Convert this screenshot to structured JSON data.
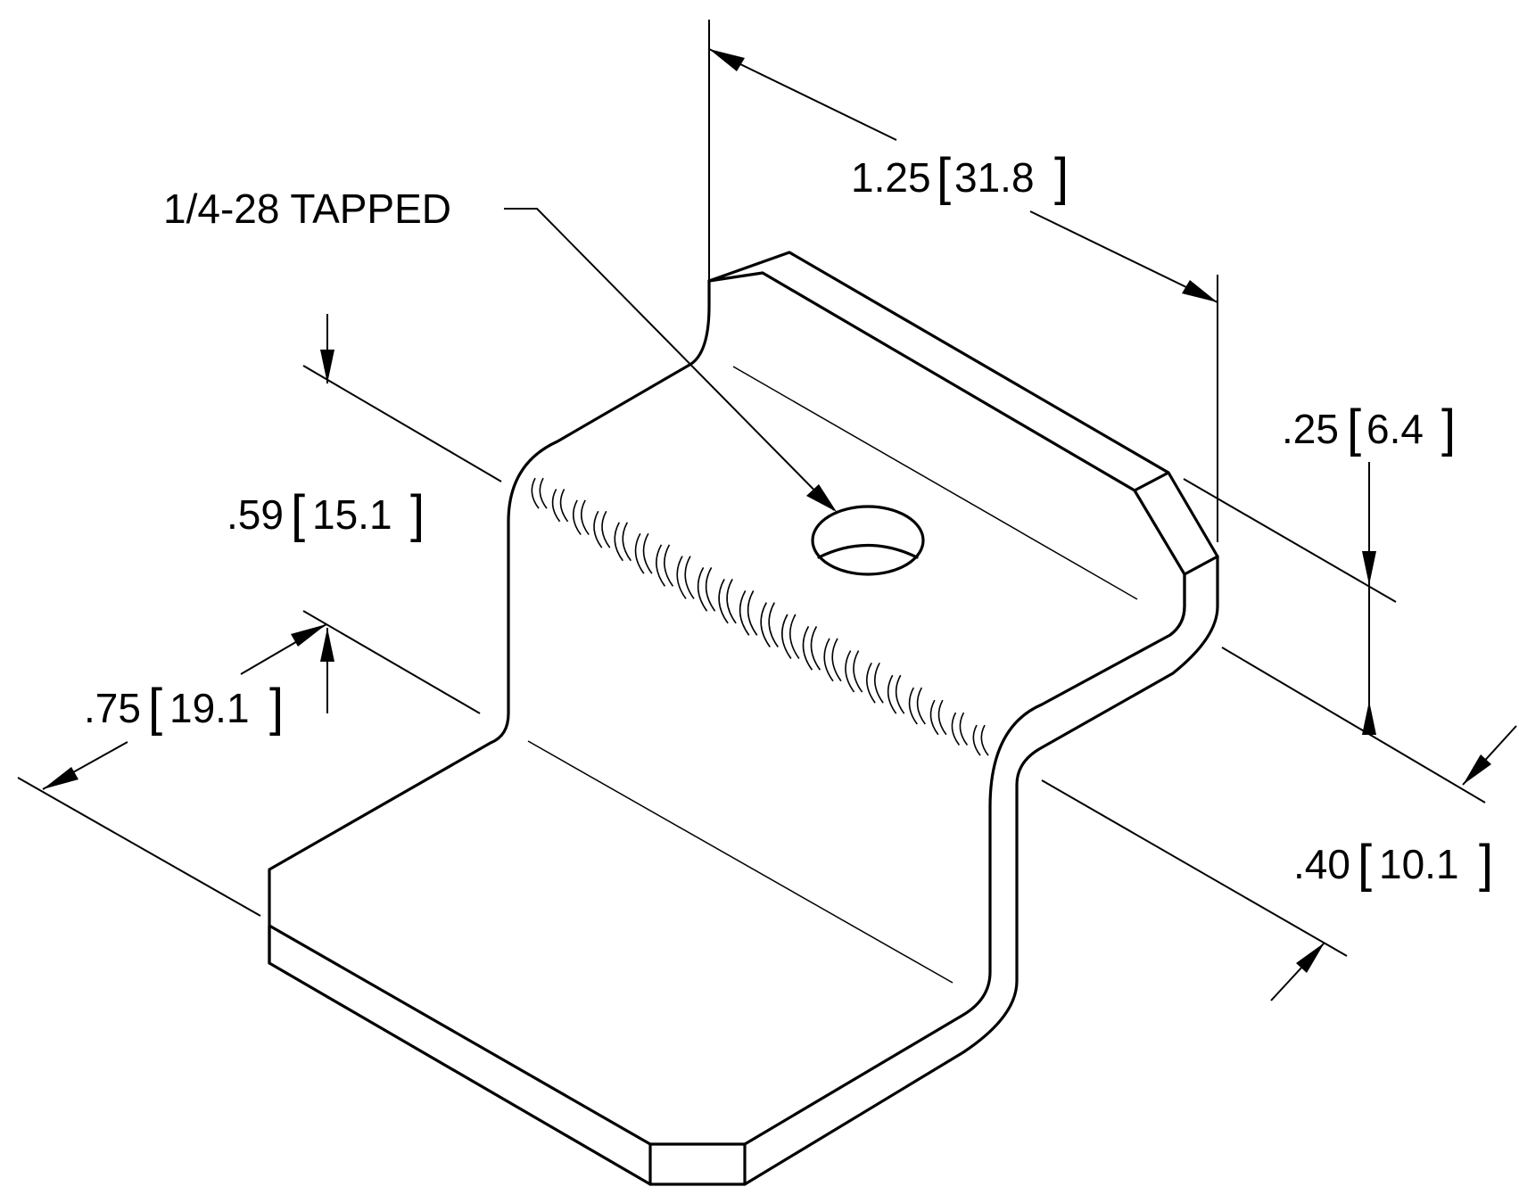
{
  "callout": {
    "text": "1/4-28 TAPPED"
  },
  "dimensions": [
    {
      "id": "overall-width",
      "inch": "1.25",
      "mm": "31.8"
    },
    {
      "id": "top-flange-height",
      "inch": ".25",
      "mm": "6.4"
    },
    {
      "id": "step-height",
      "inch": ".59",
      "mm": "15.1"
    },
    {
      "id": "bottom-flange-depth",
      "inch": ".75",
      "mm": "19.1"
    },
    {
      "id": "top-flange-depth",
      "inch": ".40",
      "mm": "10.1"
    }
  ]
}
